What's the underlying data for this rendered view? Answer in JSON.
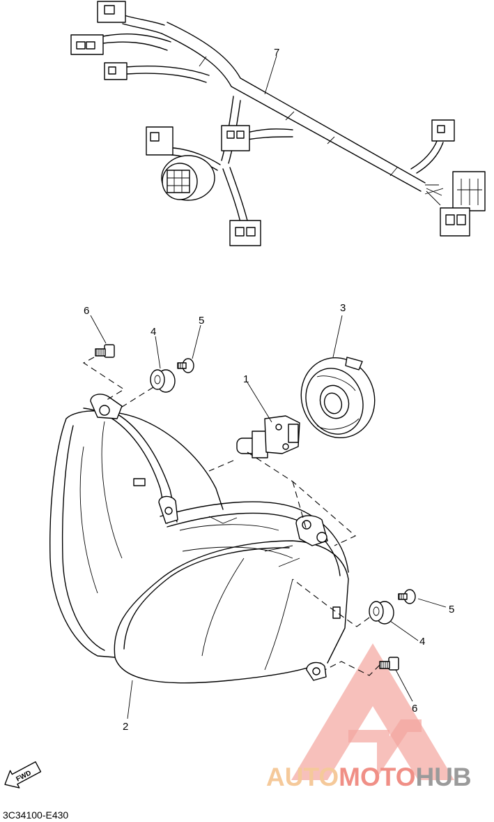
{
  "callouts": {
    "p1": "1",
    "p2": "2",
    "p3": "3",
    "p4_top": "4",
    "p4_bottom": "4",
    "p5_top": "5",
    "p5_bottom": "5",
    "p6_top": "6",
    "p6_bottom": "6",
    "p7": "7"
  },
  "fwd_label": "FWD",
  "diagram_code": "3C34100-E430",
  "watermark": {
    "part1": "AUTO",
    "part2": "MOTO",
    "part3": "HUB",
    "colors": {
      "auto": "#f5c99a",
      "moto": "#f08f86",
      "hub": "#9a9a9a",
      "triangle": "#f08f86"
    }
  }
}
